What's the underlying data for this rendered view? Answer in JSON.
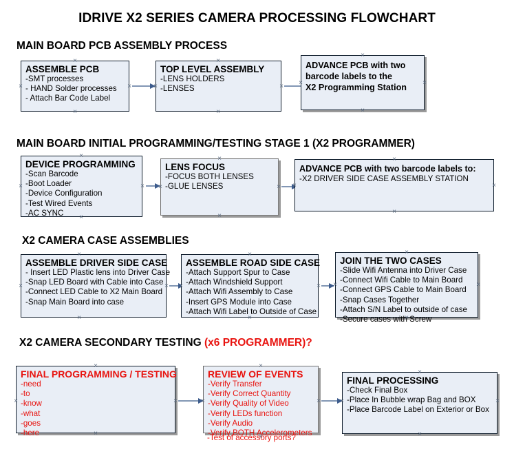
{
  "document": {
    "title": "IDRIVE X2  SERIES CAMERA PROCESSING FLOWCHART"
  },
  "theme": {
    "box_fill": "#e9eef6",
    "box_border": "#0d1b2a",
    "shadow": "#9a9a9a",
    "arrow": "#8196b4",
    "arrow_head": "#3c5b8c",
    "text": "#000000",
    "accent_red": "#e8130f"
  },
  "sections": [
    {
      "title": "MAIN BOARD PCB ASSEMBLY PROCESS",
      "title_accent": "",
      "boxes": [
        {
          "heading": "ASSEMBLE PCB",
          "lines": [
            "-SMT processes",
            "- HAND Solder processes",
            "- Attach Bar Code Label"
          ]
        },
        {
          "heading": "TOP LEVEL ASSEMBLY",
          "lines": [
            "-LENS HOLDERS",
            "-LENSES"
          ]
        },
        {
          "heading": "ADVANCE PCB with two",
          "lines": [
            "barcode labels to the",
            " X2 Programming Station"
          ]
        }
      ]
    },
    {
      "title": "MAIN BOARD INITIAL PROGRAMMING/TESTING STAGE 1 (X2 PROGRAMMER)",
      "title_accent": "",
      "boxes": [
        {
          "heading": "DEVICE PROGRAMMING",
          "lines": [
            "-Scan Barcode",
            "-Boot Loader",
            "-Device Configuration",
            "-Test Wired Events",
            "-AC SYNC"
          ]
        },
        {
          "heading": "LENS FOCUS",
          "lines": [
            "-FOCUS BOTH LENSES",
            "-GLUE LENSES"
          ]
        },
        {
          "heading": "ADVANCE PCB with two barcode labels to:",
          "lines": [
            "-X2 DRIVER  SIDE  CASE  ASSEMBLY STATION"
          ]
        }
      ]
    },
    {
      "title": "X2 CAMERA CASE ASSEMBLIES",
      "title_accent": "",
      "boxes": [
        {
          "heading": "ASSEMBLE DRIVER SIDE CASE",
          "lines": [
            "- Insert LED Plastic lens into Driver Case",
            "-Snap LED Board with Cable into Case",
            "-Connect LED Cable to X2 Main Board",
            "-Snap Main Board into case"
          ]
        },
        {
          "heading": "ASSEMBLE ROAD SIDE CASE",
          "lines": [
            "-Attach Support Spur to Case",
            "-Attach Windshield Support",
            "-Attach Wifi Assembly to Case",
            "-Insert GPS Module into Case",
            "-Attach Wifi Label to Outside of Case"
          ]
        },
        {
          "heading": "JOIN THE TWO CASES",
          "lines": [
            "-Slide Wifi Antenna into Driver Case",
            "-Connect Wifi Cable to Main Board",
            "-Connect GPS Cable to Main Board",
            "-Snap Cases Together",
            "-Attach S/N Label to outside of case",
            "-Secure cases with Screw"
          ]
        }
      ]
    },
    {
      "title": "X2 CAMERA SECONDARY TESTING ",
      "title_accent": "(x6 PROGRAMMER)?",
      "boxes": [
        {
          "heading": "FINAL PROGRAMMING / TESTING",
          "lines": [
            "-need",
            "-to",
            "-know",
            "-what",
            "-goes",
            "-here"
          ]
        },
        {
          "heading": "REVIEW OF EVENTS",
          "lines": [
            "-Verify Transfer",
            "-Verify Correct Quantity",
            "-Verify Quality of Video",
            "-Verify LEDs function",
            "-Verify Audio",
            "-Verify BOTH Accelerometers"
          ],
          "overflow_line": "-Test of accessory ports?"
        },
        {
          "heading": "FINAL PROCESSING",
          "lines": [
            " -Check Final Box",
            "-Place In Bubble wrap Bag and BOX",
            "-Place Barcode Label on Exterior or Box"
          ]
        }
      ]
    }
  ]
}
